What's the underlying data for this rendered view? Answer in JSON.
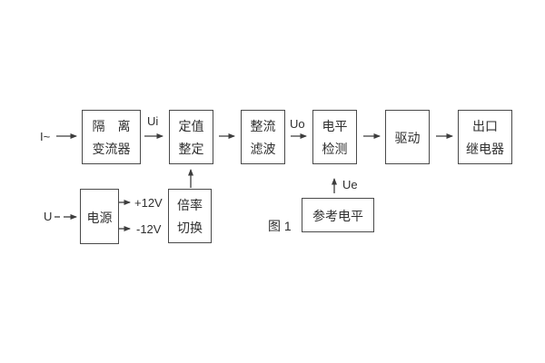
{
  "figure": {
    "caption": "图 1",
    "colors": {
      "line": "#3d3d3d",
      "text": "#2f2f2f",
      "background": "#ffffff"
    },
    "blocks": [
      {
        "id": "isolation-transformer",
        "lines": [
          "隔　离",
          "变流器"
        ]
      },
      {
        "id": "setpoint-adjust",
        "lines": [
          "定值",
          "整定"
        ]
      },
      {
        "id": "rectifier-filter",
        "lines": [
          "整流",
          "滤波"
        ]
      },
      {
        "id": "level-detector",
        "lines": [
          "电平",
          "检测"
        ]
      },
      {
        "id": "driver",
        "lines": [
          "驱动"
        ]
      },
      {
        "id": "output-relay",
        "lines": [
          "出口",
          "继电器"
        ]
      },
      {
        "id": "power-supply",
        "lines": [
          "电源"
        ]
      },
      {
        "id": "ratio-switch",
        "lines": [
          "倍率",
          "切换"
        ]
      },
      {
        "id": "reference-level",
        "lines": [
          "参考电平"
        ]
      }
    ],
    "labels": {
      "input_current": "I~",
      "signal_ui": "Ui",
      "signal_uo": "Uo",
      "signal_ue": "Ue",
      "input_voltage": "U",
      "rail_positive": "+12V",
      "rail_negative": "-12V"
    }
  }
}
